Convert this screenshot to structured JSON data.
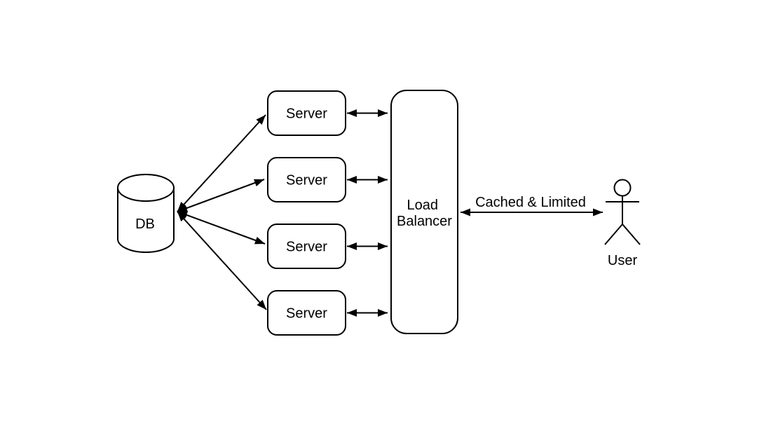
{
  "diagram": {
    "type": "architecture-diagram",
    "background_color": "#ffffff",
    "stroke_color": "#000000",
    "nodes": {
      "database": {
        "label": "DB",
        "shape": "cylinder"
      },
      "servers": [
        {
          "label": "Server"
        },
        {
          "label": "Server"
        },
        {
          "label": "Server"
        },
        {
          "label": "Server"
        }
      ],
      "load_balancer": {
        "label_line1": "Load",
        "label_line2": "Balancer",
        "shape": "rounded-rect"
      },
      "user": {
        "label": "User",
        "shape": "stick-figure"
      }
    },
    "edges": {
      "db_to_servers": {
        "style": "double-arrow",
        "count": 4
      },
      "servers_to_lb": {
        "style": "double-arrow",
        "count": 4
      },
      "lb_to_user": {
        "style": "double-arrow",
        "label": "Cached & Limited"
      }
    }
  }
}
